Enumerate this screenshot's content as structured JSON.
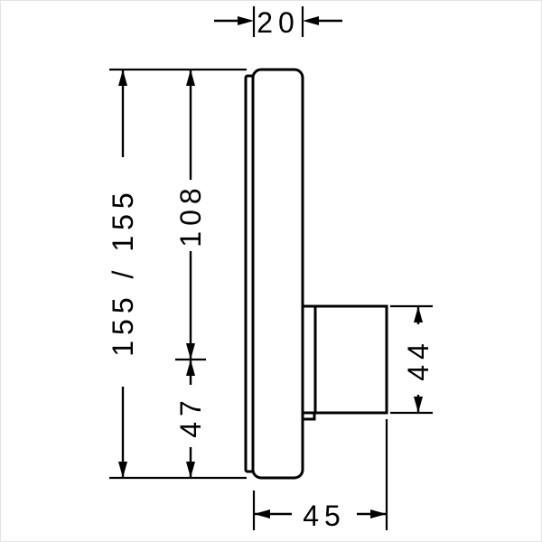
{
  "colors": {
    "line": "#000000",
    "background": "#ffffff"
  },
  "dimensions": {
    "top_width": "20",
    "overall_height": "155 / 155",
    "upper_height": "108",
    "lower_height": "47",
    "right_height": "44",
    "bottom_depth": "45"
  }
}
